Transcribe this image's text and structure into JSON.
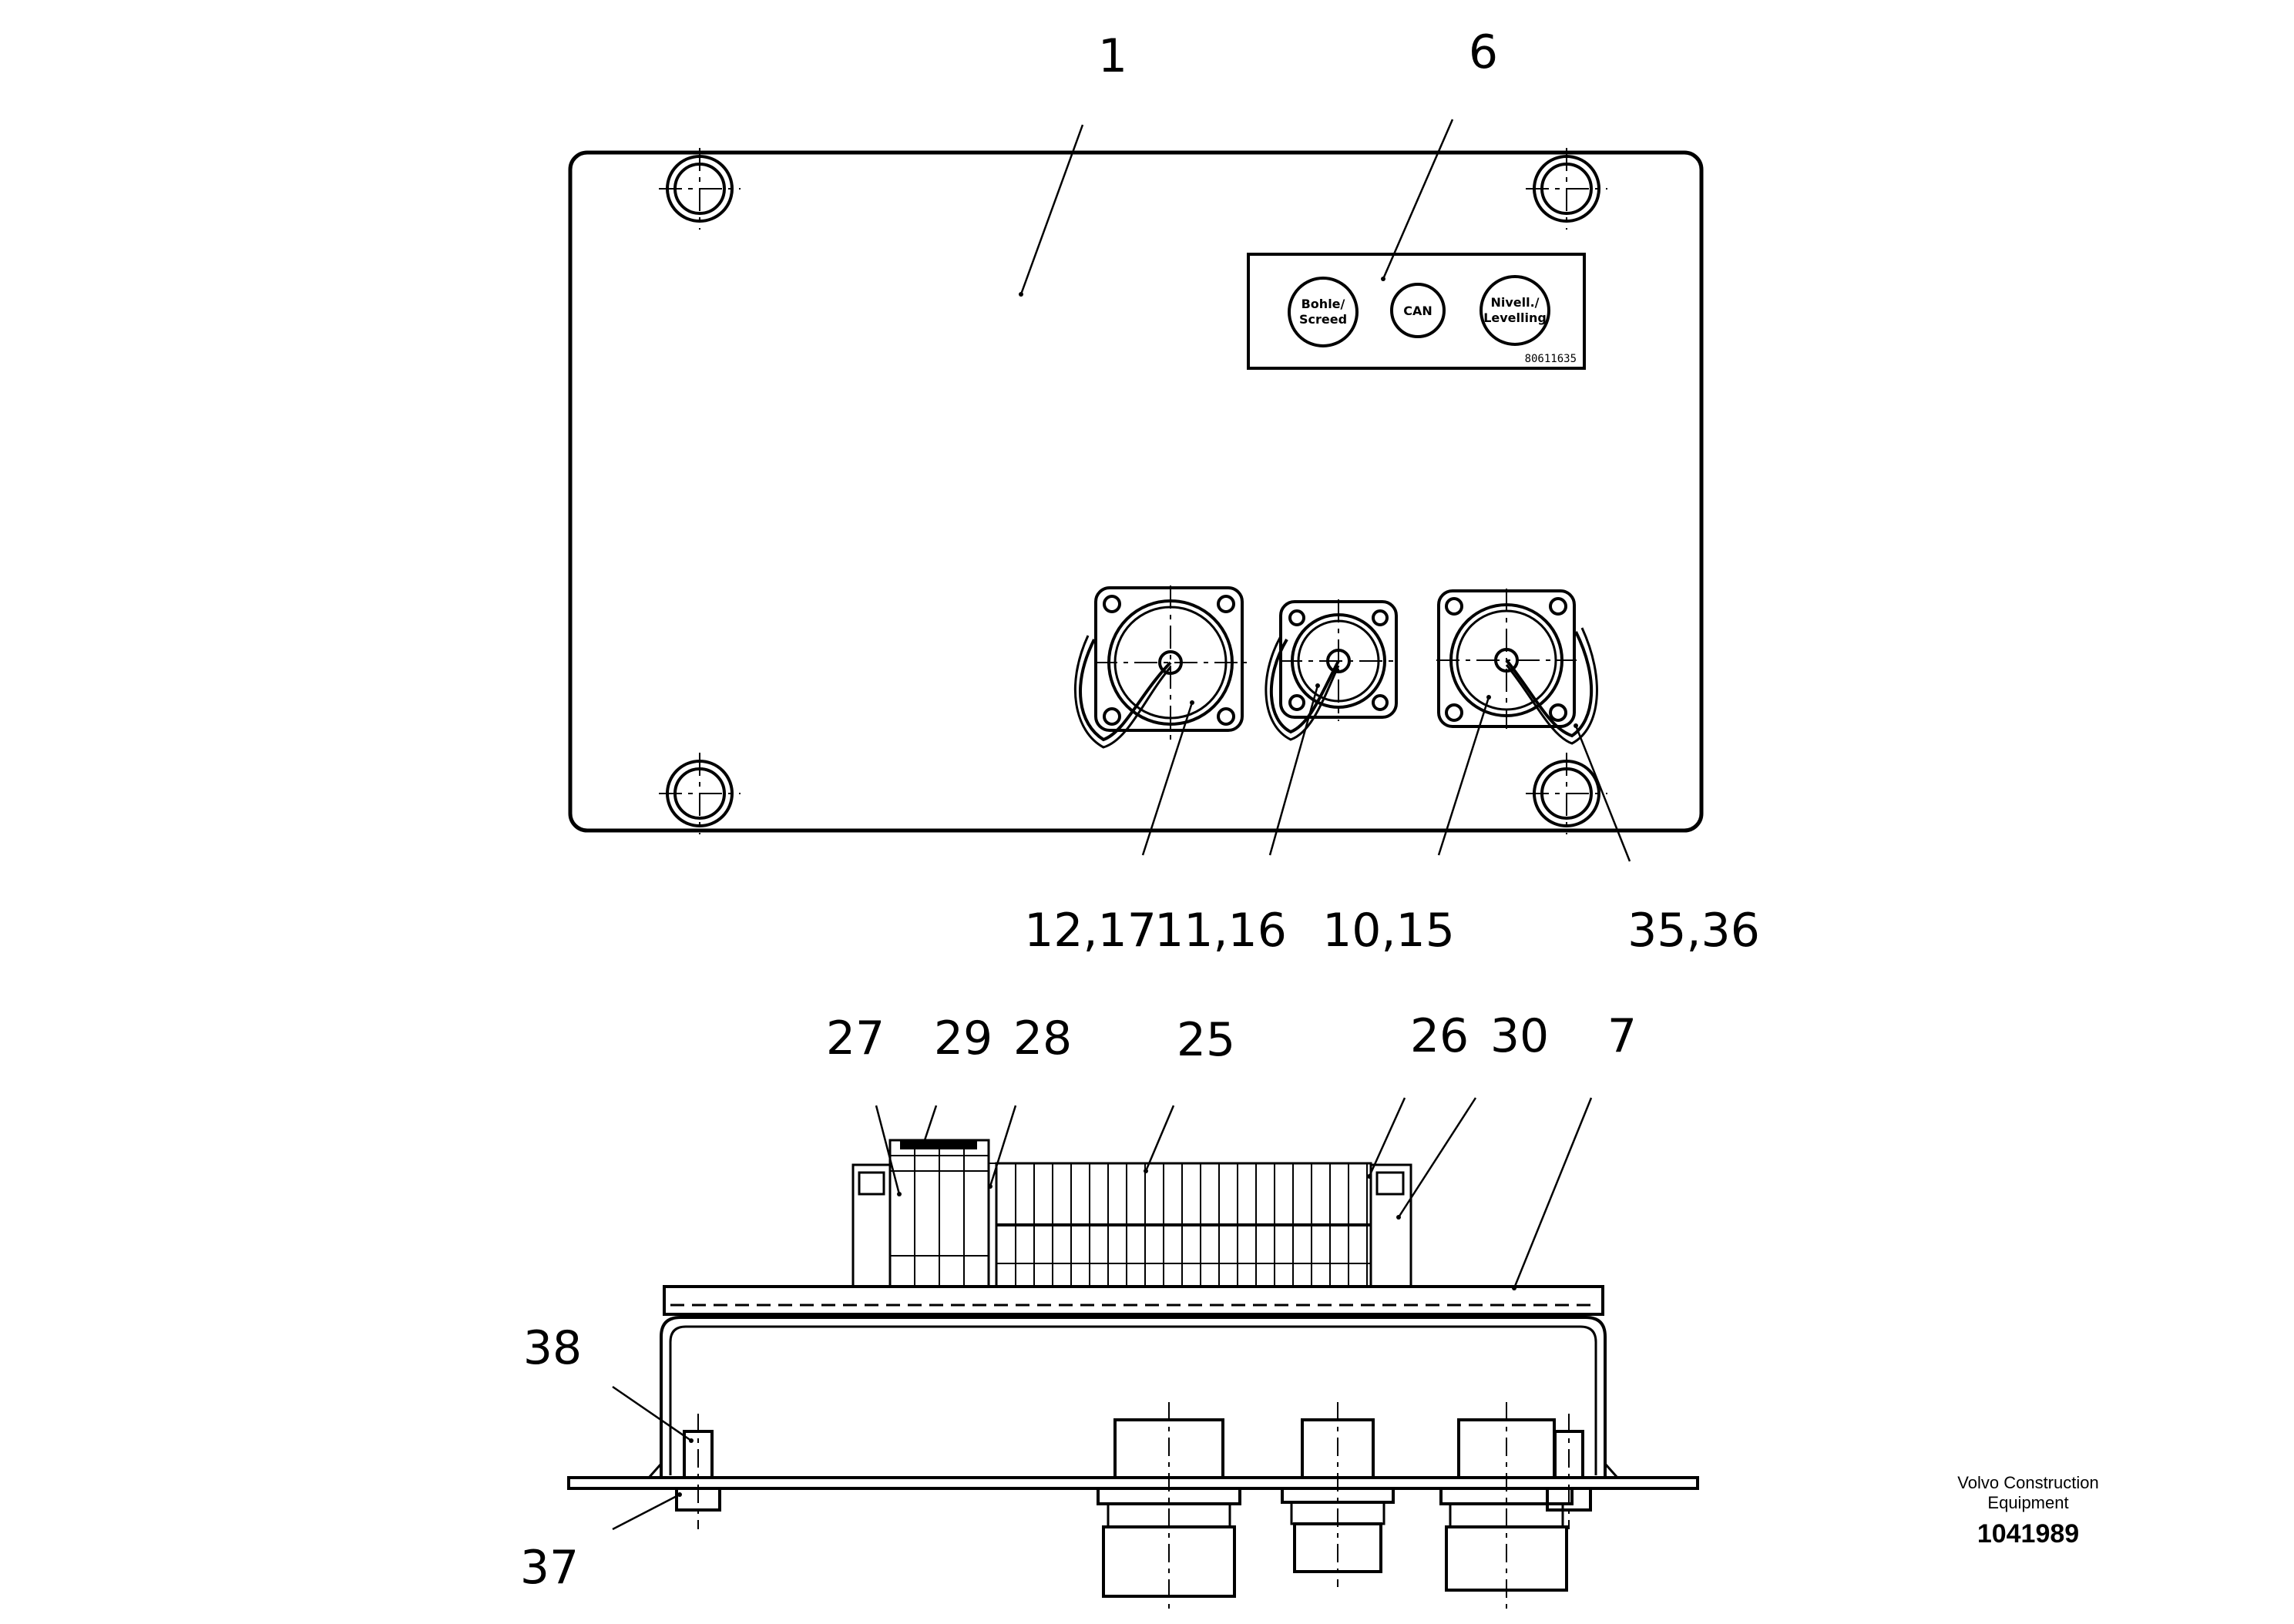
{
  "callouts": {
    "c1": "1",
    "c6": "6",
    "c12_17": "12,17",
    "c11_16": "11,16",
    "c10_15": "10,15",
    "c35_36": "35,36",
    "c27": "27",
    "c29": "29",
    "c28": "28",
    "c25": "25",
    "c26": "26",
    "c30": "30",
    "c7": "7",
    "c38": "38",
    "c37": "37"
  },
  "panel_label": {
    "btn_left_line1": "Bohle/",
    "btn_left_line2": "Screed",
    "btn_mid": "CAN",
    "btn_right_line1": "Nivell./",
    "btn_right_line2": "Levelling",
    "part_code": "80611635"
  },
  "caption": {
    "company_line1": "Volvo Construction",
    "company_line2": "Equipment",
    "drawing_number": "1041989"
  }
}
